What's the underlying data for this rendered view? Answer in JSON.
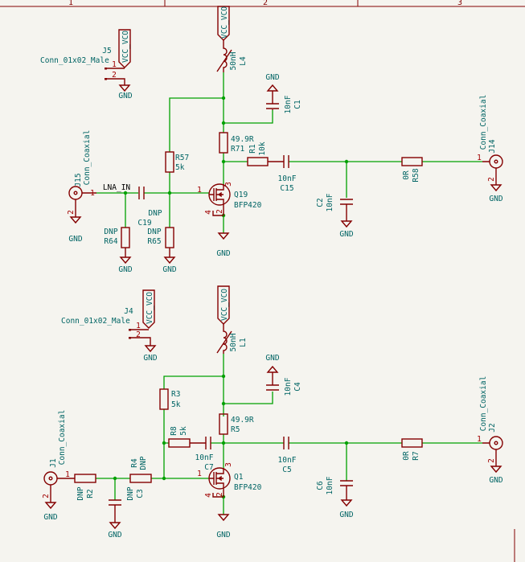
{
  "sheet": {
    "columns": [
      "1",
      "2",
      "3"
    ]
  },
  "top": {
    "vcc": "VCC_VCO",
    "L4": {
      "ref": "L4",
      "value": "50nH"
    },
    "C1": {
      "ref": "C1",
      "value": "10nF",
      "gnd": "GND"
    },
    "R71": {
      "ref": "R71",
      "value": "49.9R"
    },
    "R57": {
      "ref": "R57",
      "value": "5k"
    },
    "R1": {
      "ref": "R1",
      "value": "10k"
    },
    "C15": {
      "ref": "C15",
      "value": "10nF"
    },
    "C2": {
      "ref": "C2",
      "value": "10nF",
      "gnd": "GND"
    },
    "R58": {
      "ref": "R58",
      "value": "0R"
    },
    "J14": {
      "ref": "J14",
      "value": "Conn_Coaxial",
      "pin1": "1",
      "pin2": "2",
      "gnd": "GND"
    },
    "J15": {
      "ref": "J15",
      "value": "Conn_Coaxial",
      "pin1": "1",
      "pin2": "2",
      "gnd": "GND"
    },
    "net_label": "LNA_IN",
    "C19": {
      "ref": "C19",
      "value": "DNP"
    },
    "R64": {
      "ref": "R64",
      "value": "DNP",
      "gnd": "GND"
    },
    "R65": {
      "ref": "R65",
      "value": "DNP",
      "gnd": "GND"
    },
    "Q19": {
      "ref": "Q19",
      "value": "BFP420",
      "pin_g": "1",
      "pin_d": "3",
      "pin_s": "2",
      "pin_b": "4",
      "gnd": "GND"
    },
    "J5": {
      "ref": "J5",
      "value": "Conn_01x02_Male",
      "pin1": "1",
      "pin2": "2",
      "vcc": "VCC_VCO",
      "gnd": "GND"
    }
  },
  "bottom": {
    "vcc": "VCC_VCO",
    "L1": {
      "ref": "L1",
      "value": "50nH"
    },
    "C4": {
      "ref": "C4",
      "value": "10nF",
      "gnd": "GND"
    },
    "R5": {
      "ref": "R5",
      "value": "49.9R"
    },
    "R3": {
      "ref": "R3",
      "value": "5k"
    },
    "R8": {
      "ref": "R8",
      "value": "5k"
    },
    "C7": {
      "ref": "C7",
      "value": "10nF"
    },
    "C5": {
      "ref": "C5",
      "value": "10nF"
    },
    "C6": {
      "ref": "C6",
      "value": "10nF",
      "gnd": "GND"
    },
    "R7": {
      "ref": "R7",
      "value": "0R"
    },
    "J2": {
      "ref": "J2",
      "value": "Conn_Coaxial",
      "pin1": "1",
      "pin2": "2",
      "gnd": "GND"
    },
    "J1": {
      "ref": "J1",
      "value": "Conn_Coaxial",
      "pin1": "1",
      "pin2": "2",
      "gnd": "GND"
    },
    "R2": {
      "ref": "R2",
      "value": "DNP"
    },
    "R4": {
      "ref": "R4",
      "value": "DNP"
    },
    "C3": {
      "ref": "C3",
      "value": "DNP",
      "gnd": "GND"
    },
    "Q1": {
      "ref": "Q1",
      "value": "BFP420",
      "pin_g": "1",
      "pin_d": "3",
      "pin_s": "2",
      "pin_b": "4",
      "gnd": "GND"
    },
    "J4": {
      "ref": "J4",
      "value": "Conn_01x02_Male",
      "pin1": "1",
      "pin2": "2",
      "vcc": "VCC_VCO",
      "gnd": "GND"
    }
  }
}
